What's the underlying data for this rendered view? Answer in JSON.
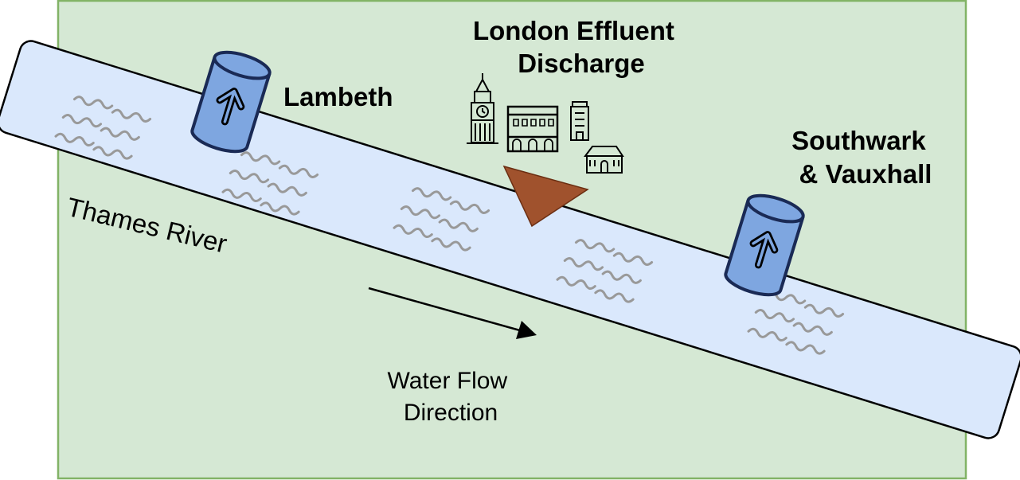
{
  "labels": {
    "lambeth": "Lambeth",
    "london_line1": "London Effluent",
    "london_line2": "Discharge",
    "southwark_line1": "Southwark",
    "southwark_line2": "& Vauxhall",
    "river": "Thames River",
    "flow_line1": "Water Flow",
    "flow_line2": "Direction"
  },
  "colors": {
    "land": "#d5e8d4",
    "land_border": "#82b366",
    "river": "#dae8fc",
    "river_border": "#000000",
    "pump": "#7ea6e0",
    "pump_border": "#1a2a55",
    "discharge": "#a0522d",
    "waves": "#999999"
  },
  "icons": {
    "pump": "cylinder-up-arrow-icon",
    "tower": "clock-tower-icon",
    "building": "building-icon",
    "house": "house-icon",
    "discharge": "triangle-icon",
    "flow": "arrow-right-icon"
  }
}
